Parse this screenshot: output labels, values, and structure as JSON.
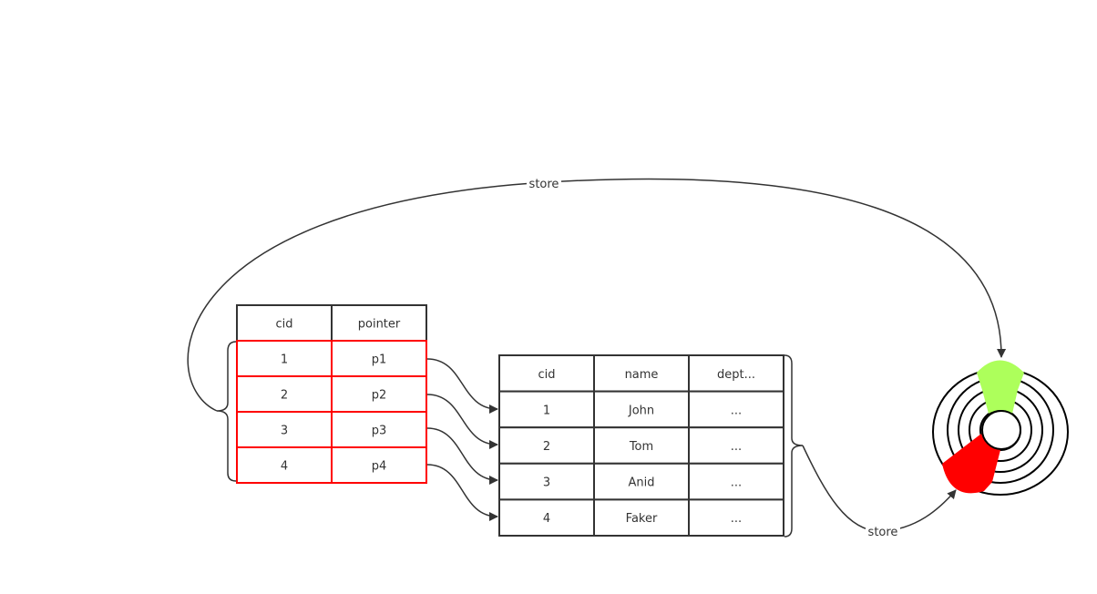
{
  "index_table": {
    "headers": [
      "cid",
      "pointer"
    ],
    "rows": [
      [
        "1",
        "p1"
      ],
      [
        "2",
        "p2"
      ],
      [
        "3",
        "p3"
      ],
      [
        "4",
        "p4"
      ]
    ]
  },
  "data_table": {
    "headers": [
      "cid",
      "name",
      "dept..."
    ],
    "rows": [
      [
        "1",
        "John",
        "..."
      ],
      [
        "2",
        "Tom",
        "..."
      ],
      [
        "3",
        "Anid",
        "..."
      ],
      [
        "4",
        "Faker",
        "..."
      ]
    ]
  },
  "edges": {
    "top_label": "store",
    "bottom_label": "store"
  },
  "colors": {
    "line": "#333333",
    "index_border": "#ff0000",
    "disk_sector_top": "#adff5b",
    "disk_sector_bottom": "#ff0000"
  }
}
